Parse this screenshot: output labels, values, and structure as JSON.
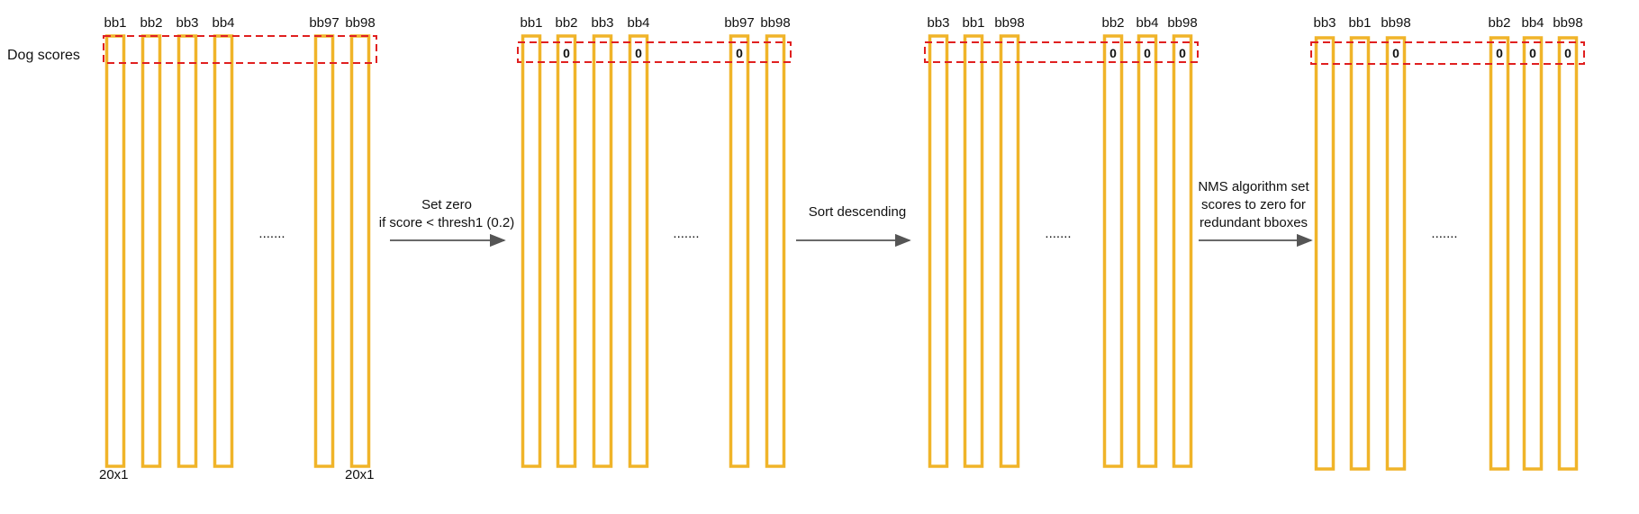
{
  "row_label": "Dog scores",
  "colors": {
    "box": "#f0b429",
    "highlight": "#e02020",
    "arrow": "#555555",
    "text": "#111111"
  },
  "stages": [
    {
      "columns": [
        {
          "label": "bb1",
          "value": ""
        },
        {
          "label": "bb2",
          "value": ""
        },
        {
          "label": "bb3",
          "value": ""
        },
        {
          "label": "bb4",
          "value": ""
        },
        {
          "label": "bb97",
          "value": ""
        },
        {
          "label": "bb98",
          "value": ""
        }
      ],
      "ellipsis": ".......",
      "dims": [
        "20x1",
        "20x1"
      ]
    },
    {
      "columns": [
        {
          "label": "bb1",
          "value": ""
        },
        {
          "label": "bb2",
          "value": "0"
        },
        {
          "label": "bb3",
          "value": ""
        },
        {
          "label": "bb4",
          "value": "0"
        },
        {
          "label": "bb97",
          "value": "0"
        },
        {
          "label": "bb98",
          "value": ""
        }
      ],
      "ellipsis": ".......",
      "dims": []
    },
    {
      "columns": [
        {
          "label": "bb3",
          "value": ""
        },
        {
          "label": "bb1",
          "value": ""
        },
        {
          "label": "bb98",
          "value": ""
        },
        {
          "label": "bb2",
          "value": "0"
        },
        {
          "label": "bb4",
          "value": "0"
        },
        {
          "label": "bb98",
          "value": "0"
        }
      ],
      "ellipsis": ".......",
      "dims": []
    },
    {
      "columns": [
        {
          "label": "bb3",
          "value": ""
        },
        {
          "label": "bb1",
          "value": ""
        },
        {
          "label": "bb98",
          "value": "0"
        },
        {
          "label": "bb2",
          "value": "0"
        },
        {
          "label": "bb4",
          "value": "0"
        },
        {
          "label": "bb98",
          "value": "0"
        }
      ],
      "ellipsis": ".......",
      "dims": []
    }
  ],
  "transitions": [
    {
      "lines": [
        "Set zero",
        "if score < thresh1 (0.2)"
      ]
    },
    {
      "lines": [
        "Sort descending"
      ]
    },
    {
      "lines": [
        "NMS algorithm set",
        "scores to zero for",
        "redundant bboxes"
      ]
    }
  ]
}
